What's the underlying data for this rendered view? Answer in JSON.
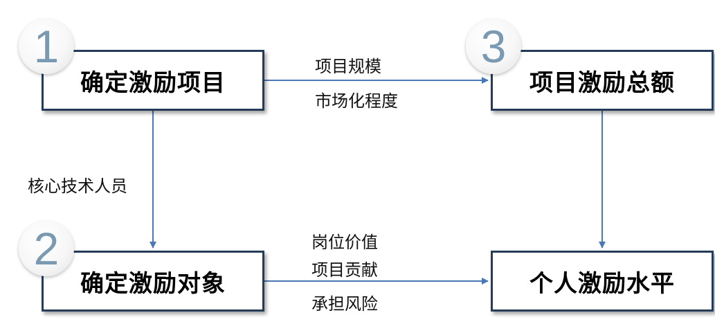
{
  "boxes": {
    "box1": "确定激励项目",
    "box2": "确定激励对象",
    "box3": "项目激励总额",
    "box4": "个人激励水平"
  },
  "badges": {
    "one": "1",
    "two": "2",
    "three": "3"
  },
  "edge_labels": {
    "project_scale": "项目规模",
    "marketization": "市场化程度",
    "core_staff": "核心技术人员",
    "position_value": "岗位价值",
    "project_contribution": "项目贡献",
    "risk_bearing": "承担风险"
  },
  "colors": {
    "box_border": "#243b5a",
    "arrow": "#4a78b5",
    "badge_number": "#7a9ab2"
  }
}
